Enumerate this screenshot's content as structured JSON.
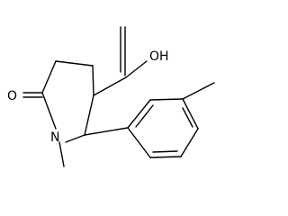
{
  "molecule": {
    "atoms": {
      "carbonyl_oxygen": "O",
      "ring_nitrogen": "N",
      "hydroxyl": "OH"
    },
    "bond_color": "#000000",
    "background": "#ffffff"
  }
}
